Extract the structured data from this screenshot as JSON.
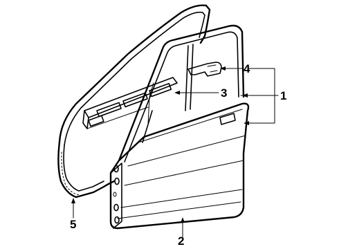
{
  "callouts": {
    "1": "1",
    "2": "2",
    "3": "3",
    "4": "4",
    "5": "5"
  }
}
